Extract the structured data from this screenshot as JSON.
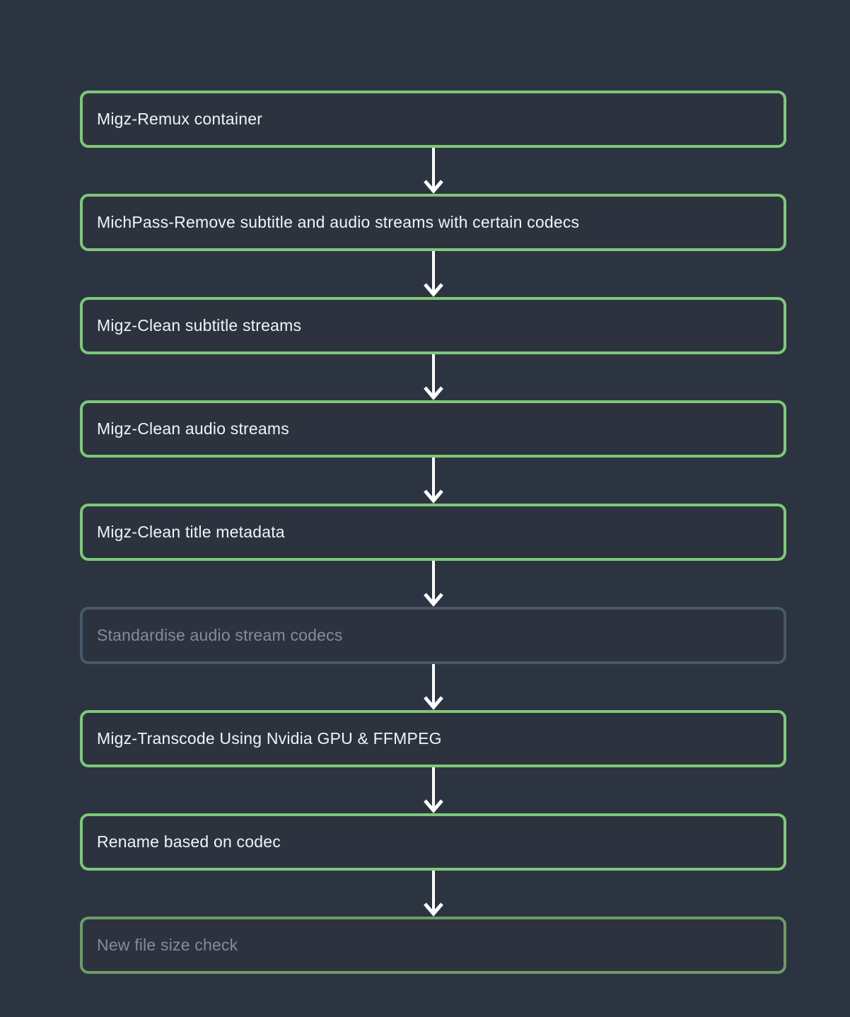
{
  "diagram": {
    "type": "flowchart",
    "direction": "top-to-bottom",
    "description": "Vertical media-processing plugin flow; each node connects to the next with a white downward arrow"
  },
  "flow": {
    "nodes": [
      {
        "label": "Migz-Remux container",
        "state": "active"
      },
      {
        "label": "MichPass-Remove subtitle and audio streams with certain codecs",
        "state": "active"
      },
      {
        "label": "Migz-Clean subtitle streams",
        "state": "active"
      },
      {
        "label": "Migz-Clean audio streams",
        "state": "active"
      },
      {
        "label": "Migz-Clean title metadata",
        "state": "active"
      },
      {
        "label": "Standardise audio stream codecs",
        "state": "disabled"
      },
      {
        "label": "Migz-Transcode Using Nvidia GPU & FFMPEG",
        "state": "active"
      },
      {
        "label": "Rename based on codec",
        "state": "active"
      },
      {
        "label": "New file size check",
        "state": "muted"
      }
    ],
    "edges": [
      {
        "from": 0,
        "to": 1
      },
      {
        "from": 1,
        "to": 2
      },
      {
        "from": 2,
        "to": 3
      },
      {
        "from": 3,
        "to": 4
      },
      {
        "from": 4,
        "to": 5
      },
      {
        "from": 5,
        "to": 6
      },
      {
        "from": 6,
        "to": 7
      },
      {
        "from": 7,
        "to": 8
      }
    ]
  },
  "colors": {
    "background": "#2d3441",
    "node_fill": "#2c333f",
    "node_border_active": "#7ec878",
    "node_border_disabled": "#47596b",
    "node_border_muted": "#6d9b66",
    "text_active": "#f1f3f5",
    "text_dimmed": "#858c9a",
    "arrow": "#ffffff"
  }
}
